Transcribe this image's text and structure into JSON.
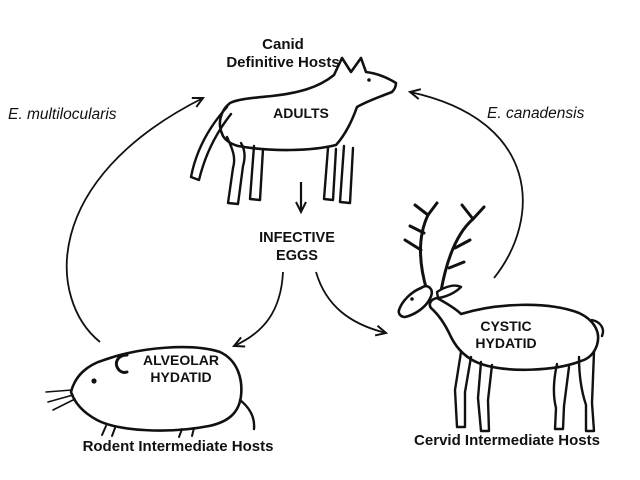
{
  "diagram": {
    "canid_hosts_label": "Canid\nDefinitive Hosts",
    "adults_label": "ADULTS",
    "infective_eggs_label": "INFECTIVE\nEGGS",
    "species_left": "E. multilocularis",
    "species_right": "E. canadensis",
    "alveolar_label": "ALVEOLAR\nHYDATID",
    "cystic_label": "CYSTIC\nHYDATID",
    "rodent_hosts_label": "Rodent Intermediate Hosts",
    "cervid_hosts_label": "Cervid Intermediate Hosts",
    "illustrations": {
      "canid": "dog-line-drawing",
      "rodent": "rodent-line-drawing",
      "cervid": "caribou-line-drawing"
    },
    "colors": {
      "ink": "#111111",
      "background": "#ffffff"
    }
  }
}
